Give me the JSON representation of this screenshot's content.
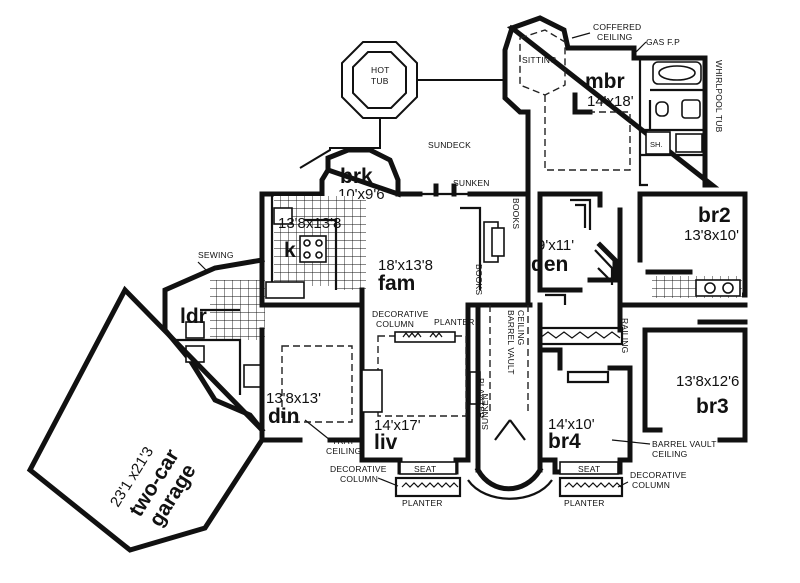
{
  "rooms": {
    "mbr": {
      "name": "mbr",
      "dim": "14'x18'"
    },
    "brk": {
      "name": "brk",
      "dim": "10'x9'6"
    },
    "k": {
      "name": "k",
      "dim": "13'8x13'8"
    },
    "fam": {
      "name": "fam",
      "dim": "18'x13'8"
    },
    "den": {
      "name": "den",
      "dim": "9'x11'"
    },
    "br2": {
      "name": "br2",
      "dim": "13'8x10'"
    },
    "ldr": {
      "name": "ldr"
    },
    "din": {
      "name": "din",
      "dim": "13'8x13'"
    },
    "liv": {
      "name": "liv",
      "dim": "14'x17'"
    },
    "br4": {
      "name": "br4",
      "dim": "14'x10'"
    },
    "br3": {
      "name": "br3",
      "dim": "13'8x12'6"
    },
    "garage": {
      "dim": "23'1 x21'3",
      "name": "two-car",
      "name2": "garage"
    }
  },
  "notes": {
    "hot_tub_1": "HOT",
    "hot_tub_2": "TUB",
    "sundeck": "SUNDECK",
    "sunken_top": "SUNKEN",
    "sitting": "SITTING",
    "coffered_1": "COFFERED",
    "coffered_2": "CEILING",
    "gas_fp": "GAS F.P",
    "whirlpool": "WHIRLPOOL TUB",
    "sh": "SH.",
    "books_1": "BOOKS",
    "books_2": "BOOKS",
    "sewing": "SEWING",
    "decorative_column_top_1": "DECORATIVE",
    "decorative_column_top_2": "COLUMN",
    "planter_top": "PLANTER",
    "planter_side": "PLANTER",
    "barrel_vault_1": "BARREL VAULT",
    "barrel_vault_2": "CEILING",
    "railing": "RAILING",
    "tray_1": "TRAY",
    "tray_2": "CEILING",
    "sunken_side": "SUNKEN",
    "seat_left": "SEAT",
    "seat_right": "SEAT",
    "barrel_right_1": "BARREL VAULT",
    "barrel_right_2": "CEILING",
    "deco_left_1": "DECORATIVE",
    "deco_left_2": "COLUMN",
    "planter_bottom_left": "PLANTER",
    "deco_right_1": "DECORATIVE",
    "deco_right_2": "COLUMN",
    "planter_bottom_right": "PLANTER"
  }
}
